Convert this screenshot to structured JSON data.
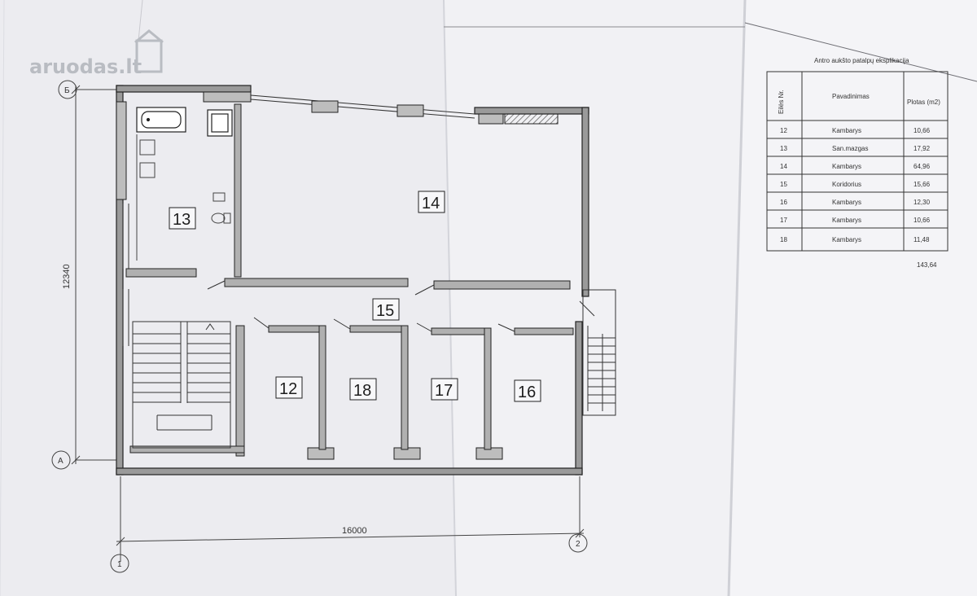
{
  "watermark": "aruodas.lt",
  "rooms": [
    {
      "id": "13",
      "label": "13"
    },
    {
      "id": "14",
      "label": "14"
    },
    {
      "id": "15",
      "label": "15"
    },
    {
      "id": "12",
      "label": "12"
    },
    {
      "id": "18",
      "label": "18"
    },
    {
      "id": "17",
      "label": "17"
    },
    {
      "id": "16",
      "label": "16"
    }
  ],
  "axes": {
    "b": "Б",
    "a": "А",
    "one": "1",
    "two": "2"
  },
  "dimensions": {
    "width": "16000",
    "height": "12340"
  },
  "schedule": {
    "title": "Antro aukšto patalpų eksplikacija",
    "headers": [
      "Eilės Nr.",
      "Pavadinimas",
      "Plotas (m2)"
    ],
    "rows": [
      [
        "12",
        "Kambarys",
        "10,66"
      ],
      [
        "13",
        "San.mazgas",
        "17,92"
      ],
      [
        "14",
        "Kambarys",
        "64,96"
      ],
      [
        "15",
        "Koridorius",
        "15,66"
      ],
      [
        "16",
        "Kambarys",
        "12,30"
      ],
      [
        "17",
        "Kambarys",
        "10,66"
      ],
      [
        "18",
        "Kambarys",
        "11,48"
      ]
    ],
    "total": "143,64"
  }
}
